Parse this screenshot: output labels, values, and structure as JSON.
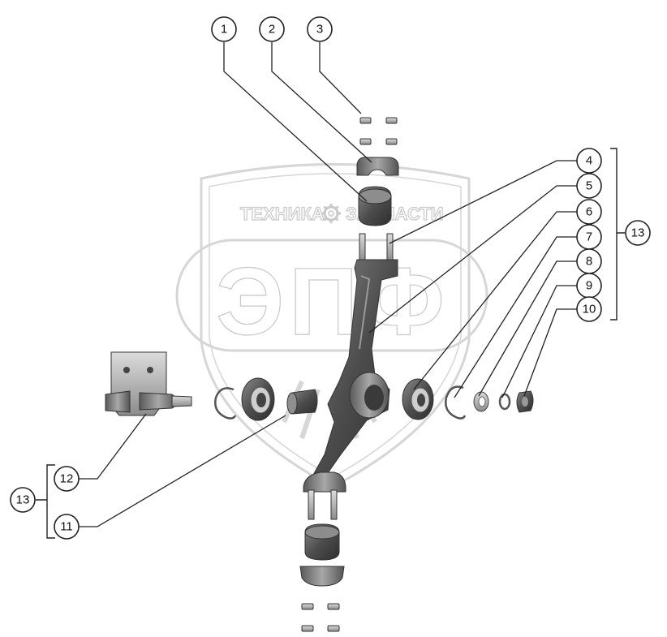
{
  "watermark": {
    "brand_top_left": "ТЕХНИКА",
    "brand_top_right": "ЗАПЧАСТИ",
    "brand_big": "ЭПФ",
    "gear_icon": "gear-icon"
  },
  "callouts": {
    "c1": "1",
    "c2": "2",
    "c3": "3",
    "c4": "4",
    "c5": "5",
    "c6": "6",
    "c7": "7",
    "c8": "8",
    "c9": "9",
    "c10": "10",
    "c11": "11",
    "c12": "12",
    "c13_right": "13",
    "c13_left": "13"
  },
  "colors": {
    "part_dark": "#4a4a4a",
    "part_mid": "#7a7a7a",
    "part_light": "#b5b5b5",
    "watermark": "#d6d6d6"
  }
}
